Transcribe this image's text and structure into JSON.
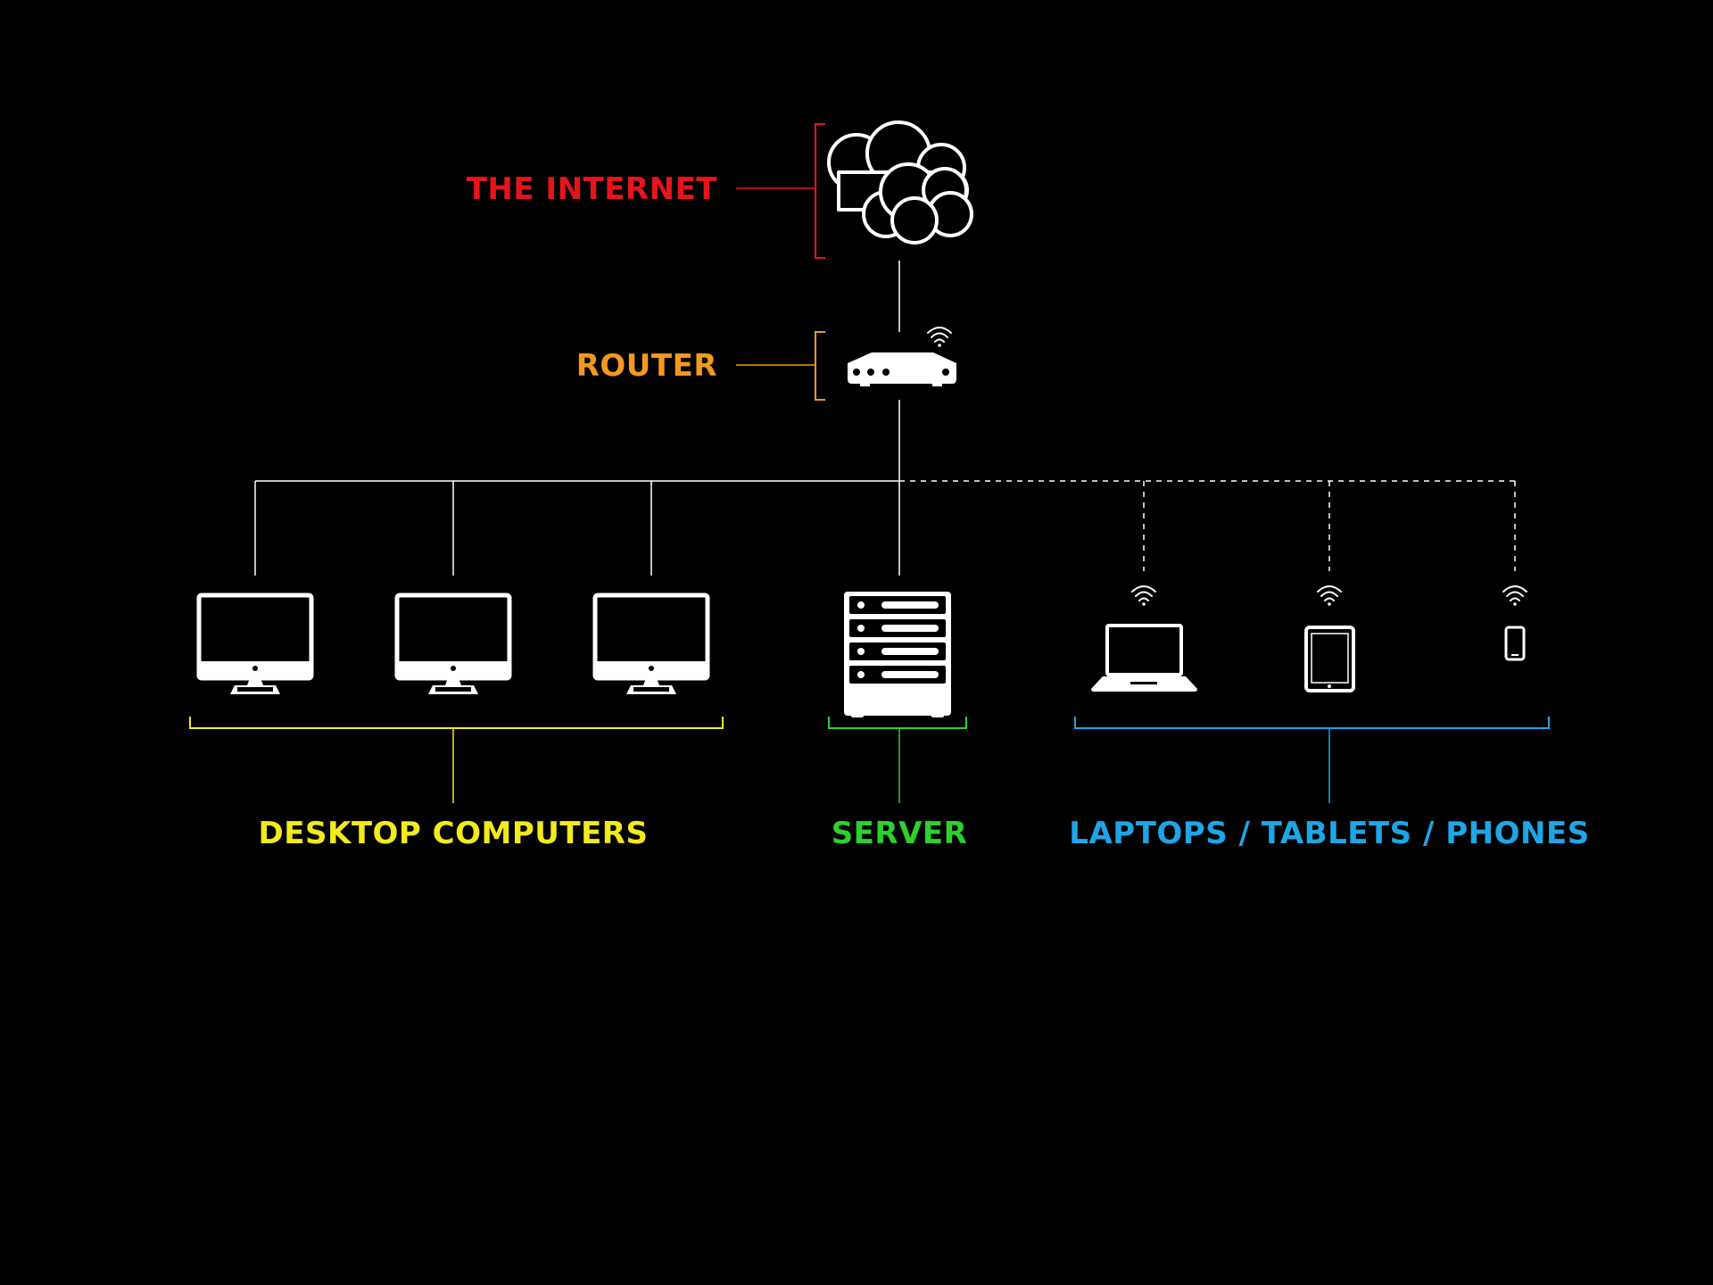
{
  "colors": {
    "background": "#000000",
    "lines": "#ffffff",
    "internet": "#e8141b",
    "router": "#f39a1e",
    "desktops": "#f2ea1b",
    "server": "#2cd12e",
    "mobile": "#1ea6e6"
  },
  "labels": {
    "internet": "THE INTERNET",
    "router": "ROUTER",
    "desktops": "DESKTOP COMPUTERS",
    "server": "SERVER",
    "mobile": "LAPTOPS / TABLETS / PHONES"
  },
  "icons": {
    "internet": "cloud-icon",
    "router": "router-icon",
    "desktop": "desktop-monitor-icon",
    "server": "server-rack-icon",
    "laptop": "laptop-icon",
    "tablet": "tablet-icon",
    "phone": "phone-icon",
    "wifi": "wifi-icon"
  }
}
